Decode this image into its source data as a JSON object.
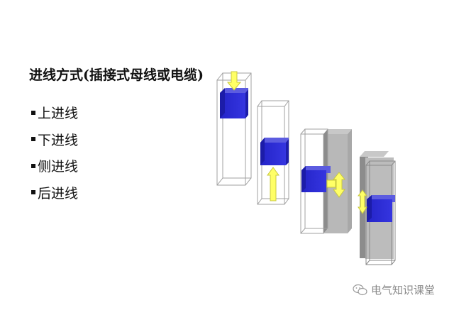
{
  "slide": {
    "title": "进线方式(插接式母线或电缆)",
    "bullets": [
      {
        "label": "上进线",
        "icon": "square-bullet"
      },
      {
        "label": "下进线",
        "icon": "square-bullet"
      },
      {
        "label": "侧进线",
        "icon": "square-bullet"
      },
      {
        "label": "后进线",
        "icon": "square-bullet"
      }
    ]
  },
  "diagram": {
    "cabinets": [
      {
        "name": "top-entry",
        "arrow": "down"
      },
      {
        "name": "bottom-entry",
        "arrow": "up"
      },
      {
        "name": "side-entry",
        "arrow": "vertical-double"
      },
      {
        "name": "rear-entry",
        "arrow": "vertical-double"
      }
    ],
    "colors": {
      "busbar_box": "#2b2bd0",
      "busbar_box_top": "#5555e0",
      "busbar_box_side": "#1a1a9a",
      "arrow": "#ffff66",
      "arrow_stroke": "#c8c840",
      "cabinet_outline": "#9a9a9a",
      "gray_panel": "#b8b8b8",
      "gray_panel_dark": "#8c8c8c"
    }
  },
  "watermark": {
    "icon": "wechat-icon",
    "label": "电气知识课堂"
  }
}
